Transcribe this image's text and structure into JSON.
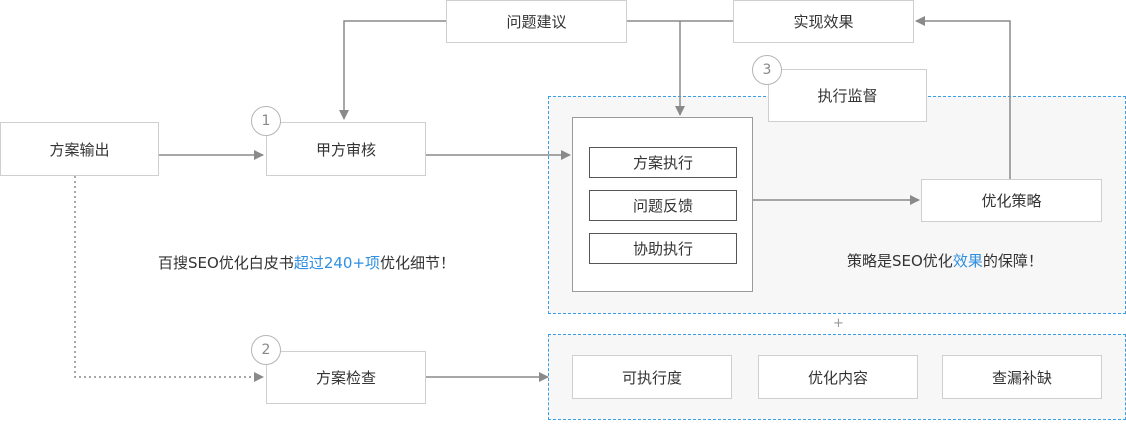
{
  "colors": {
    "accent": "#2f8fe0",
    "zone_border": "#3a9ee6",
    "zone_fill": "#f7f7f7",
    "arrow": "#8a8a8a"
  },
  "nodes": {
    "plan_output": "方案输出",
    "party_review": "甲方审核",
    "plan_check": "方案检查",
    "issue_suggestion": "问题建议",
    "realize_effect": "实现效果",
    "exec_supervision": "执行监督",
    "optimization_strategy": "优化策略"
  },
  "badges": {
    "one": "1",
    "two": "2",
    "three": "3"
  },
  "execution_items": [
    "方案执行",
    "问题反馈",
    "协助执行"
  ],
  "check_items": [
    "可执行度",
    "优化内容",
    "查漏补缺"
  ],
  "notes": {
    "left": {
      "before": "百搜SEO优化白皮书",
      "highlight": "超过240+项",
      "after": "优化细节！"
    },
    "right": {
      "before": "策略是SEO优化",
      "highlight": "效果",
      "after": "的保障！"
    }
  },
  "plus_sign": "+"
}
